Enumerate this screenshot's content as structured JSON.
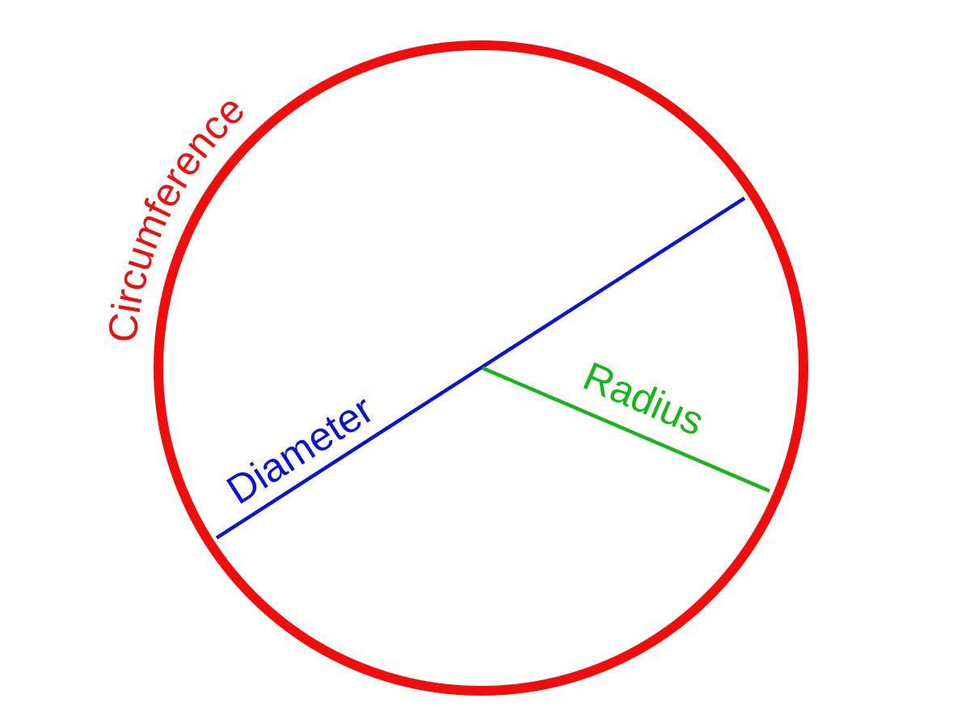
{
  "labels": {
    "circumference": "Circumference",
    "diameter": "Diameter",
    "radius": "Radius"
  },
  "colors": {
    "circumference": "#f20d0d",
    "diameter": "#0a14d8",
    "radius": "#14b814"
  }
}
